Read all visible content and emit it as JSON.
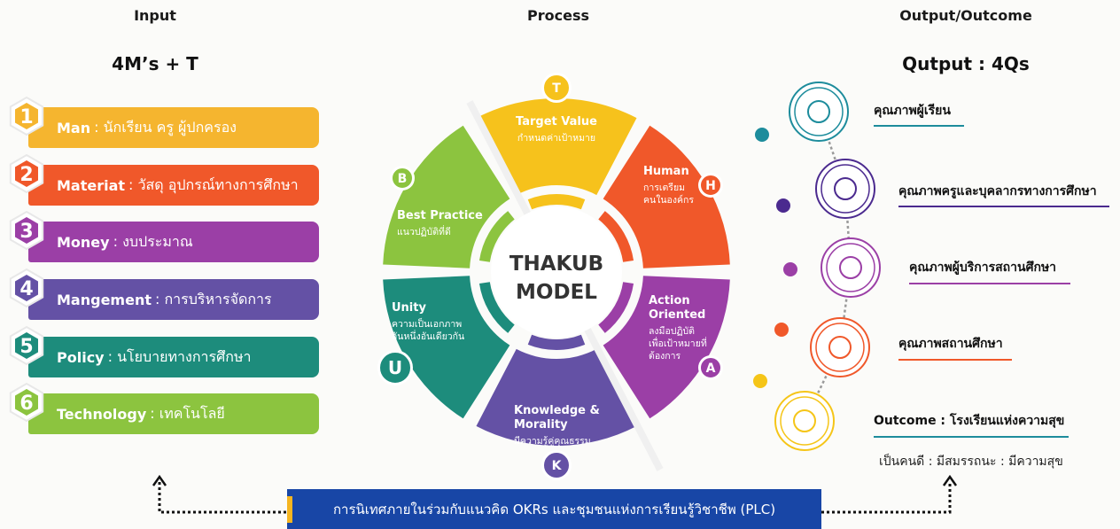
{
  "headers": {
    "input": "Input",
    "process": "Process",
    "output": "Output/Outcome"
  },
  "input_title": "4M’s + T",
  "output_title": "Qutput : 4Qs",
  "input_items": [
    {
      "num": "1",
      "key": "Man",
      "desc": ": นักเรียน ครู ผู้ปกครอง",
      "color": "#f5b52f"
    },
    {
      "num": "2",
      "key": "Materiat",
      "desc": ": วัสดุ อุปกรณ์ทางการศึกษา",
      "color": "#f0582a"
    },
    {
      "num": "3",
      "key": "Money",
      "desc": ": งบประมาณ",
      "color": "#9b3fa6"
    },
    {
      "num": "4",
      "key": "Mangement",
      "desc": ": การบริหารจัดการ",
      "color": "#6451a5"
    },
    {
      "num": "5",
      "key": "Policy",
      "desc": ": นโยบายทางการศึกษา",
      "color": "#1d8c7c"
    },
    {
      "num": "6",
      "key": "Technology",
      "desc": ": เทคโนโลยี",
      "color": "#8cc43f"
    }
  ],
  "wheel": {
    "center_line1": "THAKUB",
    "center_line2": "MODEL",
    "segments": [
      {
        "letter": "T",
        "title": "Target Value",
        "sub": "กำหนดค่าเป้าหมาย",
        "color": "#f6c21c"
      },
      {
        "letter": "H",
        "title": "Human",
        "sub": "การเตรียม คนในองค์กร",
        "color": "#f0582a"
      },
      {
        "letter": "A",
        "title": "Action Oriented",
        "sub": "ลงมือปฏิบัติ เพื่อเป้าหมายที่ ต้องการ",
        "color": "#9b3fa6"
      },
      {
        "letter": "K",
        "title": "Knowledge & Morality",
        "sub": "มีความรู้คู่คุณธรรม",
        "color": "#6451a5"
      },
      {
        "letter": "U",
        "title": "Unity",
        "sub": "ความเป็นเอกภาพ อันหนึ่งอันเดียวกัน",
        "color": "#1d8c7c"
      },
      {
        "letter": "B",
        "title": "Best Practice",
        "sub": "แนวปฏิบัติที่ดี",
        "color": "#8cc43f"
      }
    ]
  },
  "outputs": [
    {
      "label": "คุณภาพผู้เรียน",
      "color": "#1d8c9c"
    },
    {
      "label": "คุณภาพครูและบุคลากรทางการศึกษา",
      "color": "#4b2a8f"
    },
    {
      "label": "คุณภาพผู้บริการสถานศึกษา",
      "color": "#9b3fa6"
    },
    {
      "label": "คุณภาพสถานศึกษา",
      "color": "#f0582a"
    }
  ],
  "outcome": {
    "label": "Outcome : โรงเรียนแห่งความสุข",
    "sub": "เป็นคนดี : มีสมรรถนะ : มีความสุข",
    "color": "#f5c518"
  },
  "footer": "การนิเทศภายในร่วมกับแนวคิด OKRs และชุมชนแห่งการเรียนรู้วิชาชีพ (PLC)"
}
